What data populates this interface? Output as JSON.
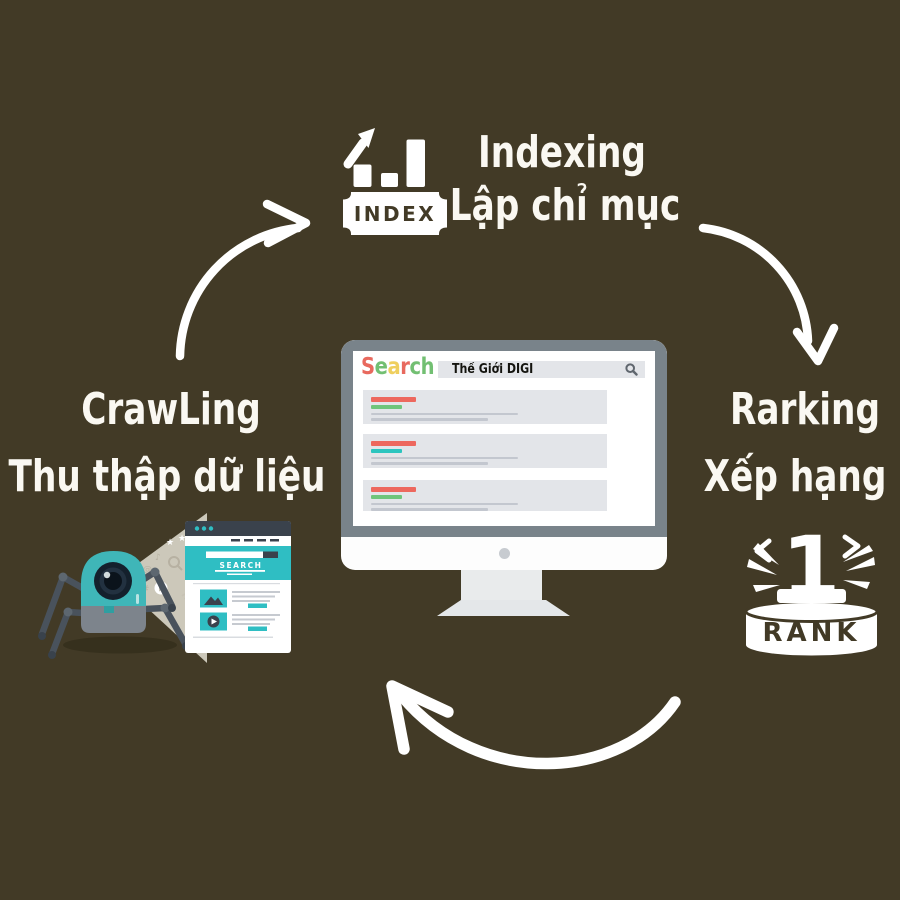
{
  "diagram": {
    "type": "seo-process-cycle",
    "stages": {
      "indexing": {
        "en": "Indexing",
        "vi": "Lập chỉ mục",
        "icon_label": "INDEX"
      },
      "ranking": {
        "en": "Rarking",
        "vi": "Xếp hạng",
        "rank_number": "1",
        "rank_label": "RANK"
      },
      "crawling": {
        "en": "CrawLing",
        "vi": "Thu thập dữ liệu"
      }
    }
  },
  "monitor": {
    "logo_letters": [
      {
        "ch": "S",
        "color": "#e8695e"
      },
      {
        "ch": "e",
        "color": "#72bf72"
      },
      {
        "ch": "a",
        "color": "#efcf5e"
      },
      {
        "ch": "r",
        "color": "#e8695e"
      },
      {
        "ch": "c",
        "color": "#72bf72"
      },
      {
        "ch": "h",
        "color": "#72bf72"
      }
    ],
    "search_query": "Thế Giới DIGI",
    "results": [
      {
        "title_color": "#ed685e",
        "tag_color": "#6fc47a"
      },
      {
        "title_color": "#ed685e",
        "tag_color": "#2cc5bf"
      },
      {
        "title_color": "#ed685e",
        "tag_color": "#6fc47a"
      }
    ]
  },
  "crawler": {
    "page_search_label": "SEARCH"
  },
  "colors": {
    "background": "#423a26",
    "arrow": "#ffffff",
    "label_text": "#faf8f2",
    "teal": "#2fbec3",
    "monitor_frame": "#79838a",
    "result_card_bg": "#e3e5e9",
    "robot_teal": "#3fb6b8",
    "leg_gray": "#49525c"
  }
}
